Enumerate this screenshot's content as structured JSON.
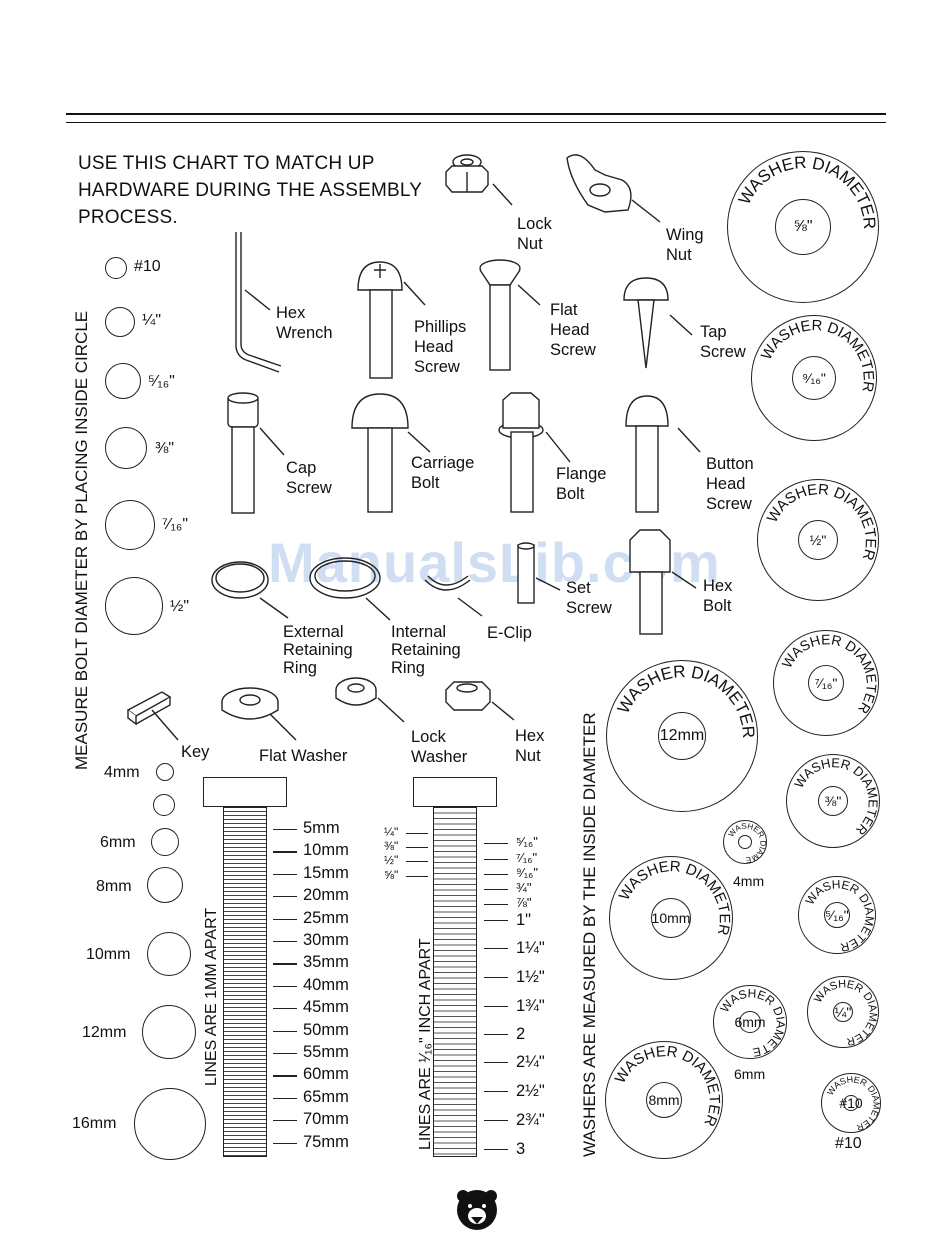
{
  "intro_text": [
    "USE THIS CHART TO MATCH UP",
    "HARDWARE DURING THE ASSEMBLY",
    "PROCESS."
  ],
  "watermark": "ManualsLib.com",
  "bolt_title": "MEASURE BOLT DIAMETER BY PLACING INSIDE CIRCLE",
  "washer_title": "WASHERS ARE MEASURED BY THE INSIDE DIAMETER",
  "mm_rule_label": "LINES ARE 1MM APART",
  "inch_rule_label": "LINES ARE ¹⁄₁₆\" INCH APART",
  "washer_word": "WASHER DIAMETER",
  "hardware": {
    "lock_nut": [
      "Lock",
      "Nut"
    ],
    "wing_nut": [
      "Wing",
      "Nut"
    ],
    "hex_wrench": [
      "Hex",
      "Wrench"
    ],
    "phillips_screw": [
      "Phillips",
      "Head",
      "Screw"
    ],
    "flat_head_screw": [
      "Flat",
      "Head",
      "Screw"
    ],
    "tap_screw": [
      "Tap",
      "Screw"
    ],
    "cap_screw": [
      "Cap",
      "Screw"
    ],
    "carriage_bolt": [
      "Carriage",
      "Bolt"
    ],
    "flange_bolt": [
      "Flange",
      "Bolt"
    ],
    "button_head_screw": [
      "Button",
      "Head",
      "Screw"
    ],
    "set_screw": [
      "Set",
      "Screw"
    ],
    "hex_bolt": [
      "Hex",
      "Bolt"
    ],
    "external_ring": [
      "External",
      "Retaining",
      "Ring"
    ],
    "internal_ring": [
      "Internal",
      "Retaining",
      "Ring"
    ],
    "e_clip": [
      "E-Clip"
    ],
    "key": [
      "Key"
    ],
    "flat_washer": [
      "Flat Washer"
    ],
    "lock_washer": [
      "Lock",
      "Washer"
    ],
    "hex_nut": [
      "Hex",
      "Nut"
    ]
  },
  "inch_circles": [
    "#10",
    "¼\"",
    "⁵⁄₁₆\"",
    "⅜\"",
    "⁷⁄₁₆\"",
    "½\""
  ],
  "mm_circles": [
    "4mm",
    "",
    "6mm",
    "8mm",
    "10mm",
    "12mm",
    "16mm"
  ],
  "mm_ticks": [
    "5mm",
    "10mm",
    "15mm",
    "20mm",
    "25mm",
    "30mm",
    "35mm",
    "40mm",
    "45mm",
    "50mm",
    "55mm",
    "60mm",
    "65mm",
    "70mm",
    "75mm"
  ],
  "inch_ticks_left": [
    "¼\"",
    "⅜\"",
    "½\"",
    "⅝\""
  ],
  "inch_ticks_right": [
    "⁵⁄₁₆\"",
    "⁷⁄₁₆\"",
    "⁹⁄₁₆\"",
    "¾\"",
    "⅞\"",
    "1\"",
    "1¼\"",
    "1½\"",
    "1¾\"",
    "2",
    "2¼\"",
    "2½\"",
    "2¾\"",
    "3"
  ],
  "washers": [
    {
      "size": "⅝\""
    },
    {
      "size": "⁹⁄₁₆\""
    },
    {
      "size": "½\""
    },
    {
      "size": "⁷⁄₁₆\""
    },
    {
      "size": "⅜\""
    },
    {
      "size": "⁵⁄₁₆\""
    },
    {
      "size": "¼\""
    },
    {
      "size": "#10"
    },
    {
      "size": "12mm"
    },
    {
      "size": "10mm"
    },
    {
      "size": "8mm"
    },
    {
      "size": "4mm"
    },
    {
      "size": "6mm"
    }
  ],
  "washer_outside_labels": {
    "w4mm": "4mm",
    "w6mm": "6mm",
    "w10": "#10"
  }
}
